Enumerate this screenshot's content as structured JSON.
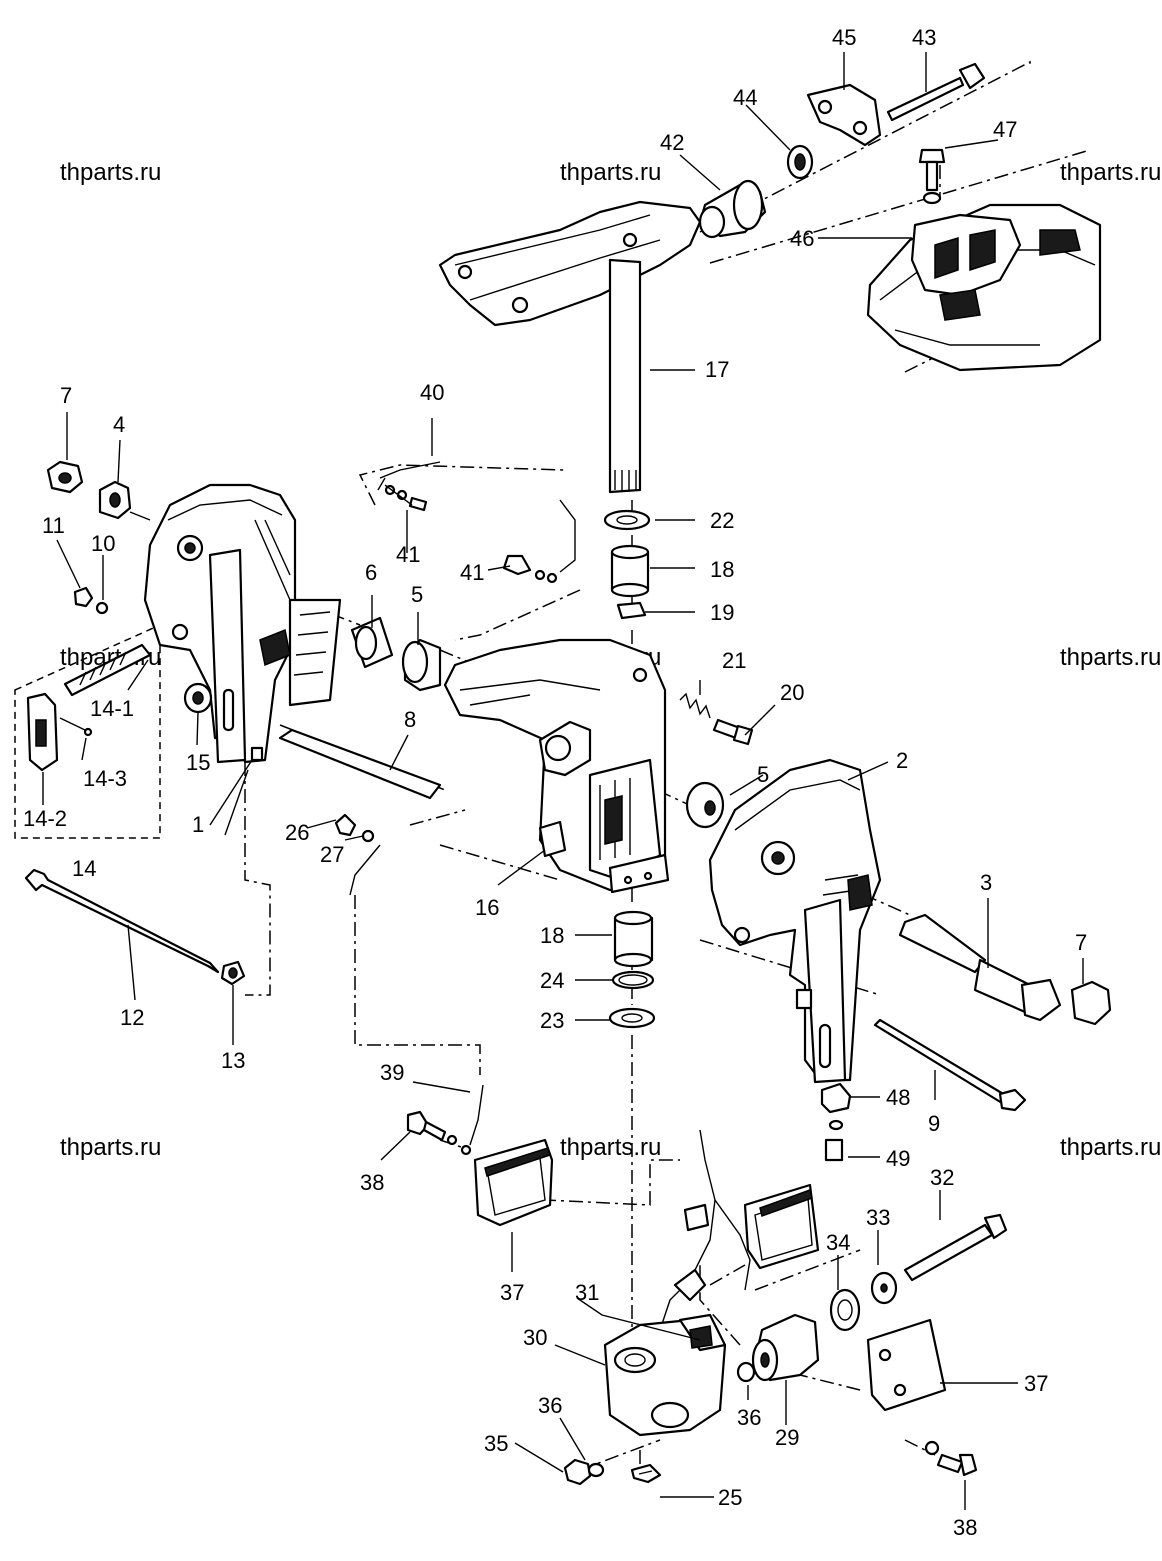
{
  "watermarks": [
    "thparts.ru",
    "thparts.ru",
    "thparts.ru",
    "thparts.ru",
    "thparts.ru",
    "thparts.ru",
    "thparts.ru",
    "thparts.ru"
  ],
  "callouts": {
    "n1": "1",
    "n2": "2",
    "n3": "3",
    "n4": "4",
    "n5a": "5",
    "n5b": "5",
    "n6": "6",
    "n7a": "7",
    "n7b": "7",
    "n8": "8",
    "n9": "9",
    "n10": "10",
    "n11": "11",
    "n12": "12",
    "n13": "13",
    "n14": "14",
    "n14_1": "14-1",
    "n14_2": "14-2",
    "n14_3": "14-3",
    "n15": "15",
    "n16": "16",
    "n17": "17",
    "n18a": "18",
    "n18b": "18",
    "n19": "19",
    "n20": "20",
    "n21": "21",
    "n22": "22",
    "n23": "23",
    "n24": "24",
    "n25": "25",
    "n26": "26",
    "n27": "27",
    "n29": "29",
    "n30": "30",
    "n31": "31",
    "n32": "32",
    "n33": "33",
    "n34": "34",
    "n35": "35",
    "n36a": "36",
    "n36b": "36",
    "n37a": "37",
    "n37b": "37",
    "n38a": "38",
    "n38b": "38",
    "n39": "39",
    "n40": "40",
    "n41a": "41",
    "n41b": "41",
    "n42": "42",
    "n43": "43",
    "n44": "44",
    "n45": "45",
    "n46": "46",
    "n47": "47",
    "n48": "48",
    "n49": "49"
  }
}
